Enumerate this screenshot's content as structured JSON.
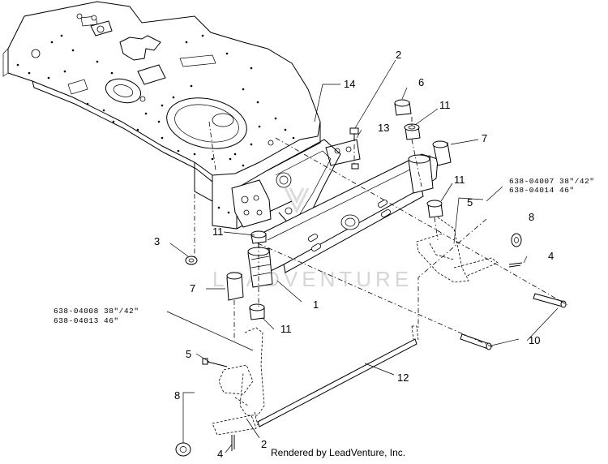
{
  "diagram": {
    "callouts": [
      {
        "id": "c2a",
        "text": "2"
      },
      {
        "id": "c14",
        "text": "14"
      },
      {
        "id": "c6",
        "text": "6"
      },
      {
        "id": "c11a",
        "text": "11"
      },
      {
        "id": "c13",
        "text": "13"
      },
      {
        "id": "c7a",
        "text": "7"
      },
      {
        "id": "c11b",
        "text": "11"
      },
      {
        "id": "c5a",
        "text": "5"
      },
      {
        "id": "c8a",
        "text": "8"
      },
      {
        "id": "c11c",
        "text": "11"
      },
      {
        "id": "c3",
        "text": "3"
      },
      {
        "id": "c4a",
        "text": "4"
      },
      {
        "id": "c7b",
        "text": "7"
      },
      {
        "id": "c1",
        "text": "1"
      },
      {
        "id": "c11d",
        "text": "11"
      },
      {
        "id": "c10",
        "text": "10"
      },
      {
        "id": "c5b",
        "text": "5"
      },
      {
        "id": "c12",
        "text": "12"
      },
      {
        "id": "c8b",
        "text": "8"
      },
      {
        "id": "c2b",
        "text": "2"
      },
      {
        "id": "c4b",
        "text": "4"
      }
    ],
    "part_numbers": {
      "right": [
        "638-04007 38\"/42\"",
        "638-04014 46\""
      ],
      "left": [
        "638-04008 38\"/42\"",
        "638-04013 46\""
      ]
    },
    "watermark": "LEADVENTURE",
    "credit": "Rendered by LeadVenture, Inc."
  }
}
